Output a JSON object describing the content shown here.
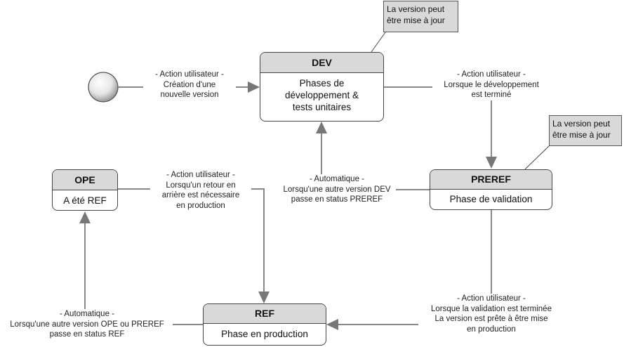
{
  "states": {
    "dev": {
      "title": "DEV",
      "body": [
        "Phases de",
        "développement &",
        "tests unitaires"
      ]
    },
    "preref": {
      "title": "PREREF",
      "body": [
        "Phase de validation"
      ]
    },
    "ref": {
      "title": "REF",
      "body": [
        "Phase en production"
      ]
    },
    "ope": {
      "title": "OPE",
      "body": [
        "A été REF"
      ]
    }
  },
  "notes": {
    "dev_note": [
      "La version peut",
      "être mise à jour"
    ],
    "preref_note": [
      "La version peut",
      "être mise à jour"
    ]
  },
  "transitions": {
    "start_to_dev": [
      "- Action utilisateur -",
      "Création d'une",
      "nouvelle version"
    ],
    "dev_to_preref": [
      "- Action utilisateur -",
      "Lorsque le développement",
      "est terminé"
    ],
    "preref_to_dev": [
      "- Automatique -",
      "Lorsqu'une autre version DEV",
      "passe en status PREREF"
    ],
    "ope_to_ref": [
      "- Action utilisateur -",
      "Lorsqu'un retour en",
      "arrière est nécessaire",
      "en production"
    ],
    "preref_to_ref": [
      "- Action utilisateur -",
      "Lorsque la validation est terminée",
      "La version est prête à être mise",
      "en production"
    ],
    "ref_to_ope": [
      "- Automatique -",
      "Lorsqu'une autre version OPE ou PREREF",
      "passe en status REF"
    ]
  }
}
